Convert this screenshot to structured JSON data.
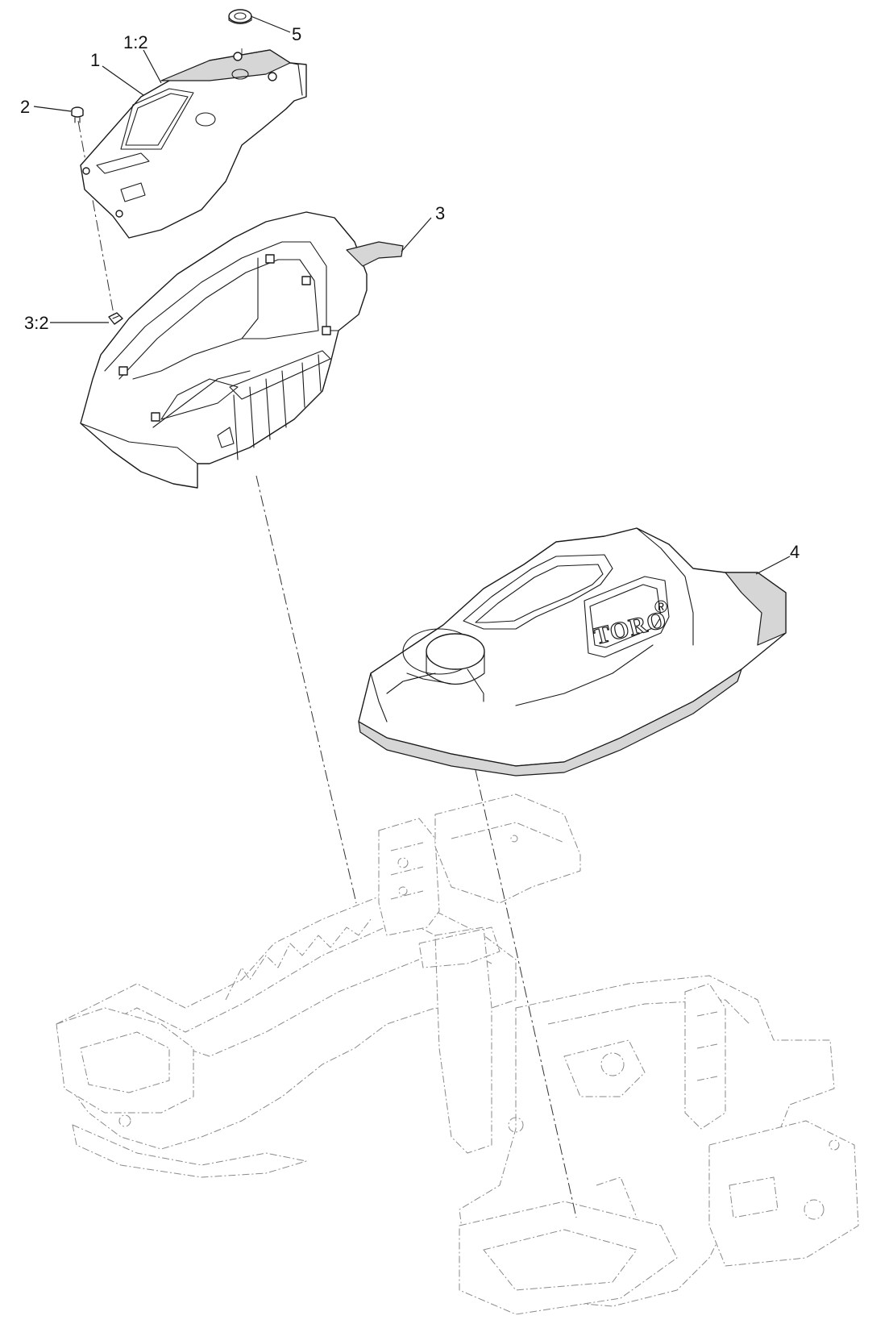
{
  "callouts": {
    "c5": "5",
    "c1_2": "1:2",
    "c1": "1",
    "c2": "2",
    "c3": "3",
    "c3_2": "3:2",
    "c4": "4"
  },
  "logo": "TORO",
  "logo_mark": "®"
}
